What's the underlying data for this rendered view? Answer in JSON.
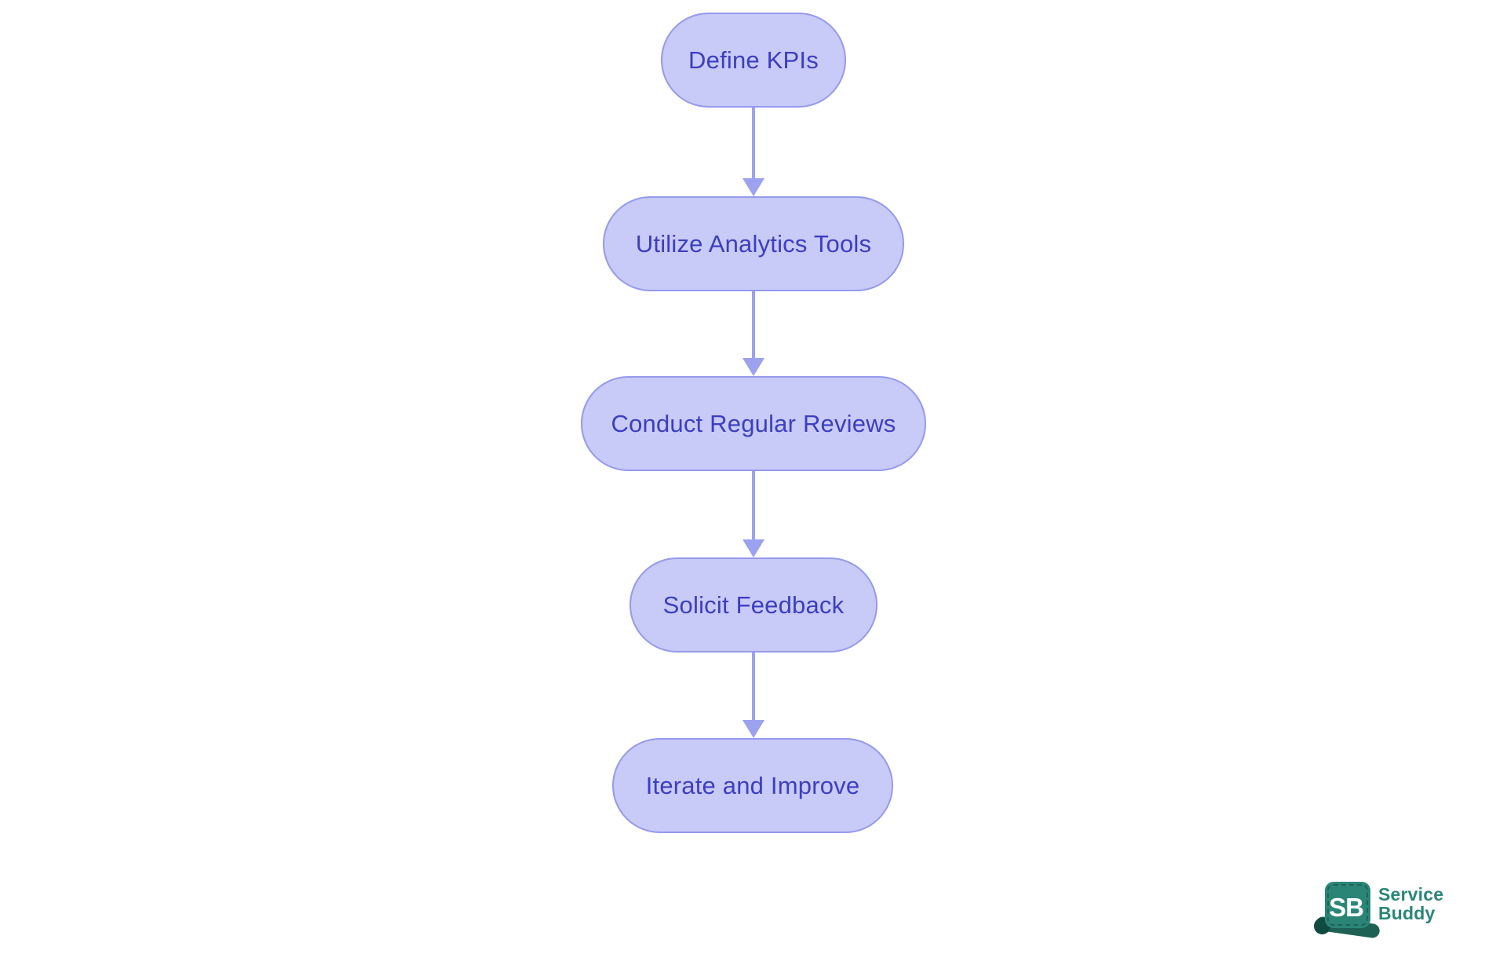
{
  "flowchart": {
    "type": "flow",
    "direction": "top-down",
    "nodes": [
      {
        "id": 1,
        "label": "Define KPIs"
      },
      {
        "id": 2,
        "label": "Utilize Analytics Tools"
      },
      {
        "id": 3,
        "label": "Conduct Regular Reviews"
      },
      {
        "id": 4,
        "label": "Solicit Feedback"
      },
      {
        "id": 5,
        "label": "Iterate and Improve"
      }
    ],
    "edges": [
      {
        "from": "Define KPIs",
        "to": "Utilize Analytics Tools"
      },
      {
        "from": "Utilize Analytics Tools",
        "to": "Conduct Regular Reviews"
      },
      {
        "from": "Conduct Regular Reviews",
        "to": "Solicit Feedback"
      },
      {
        "from": "Solicit Feedback",
        "to": "Iterate and Improve"
      }
    ],
    "colors": {
      "node_fill": "#c8caf7",
      "node_border": "#959aec",
      "node_text": "#3c3ec3",
      "arrow": "#9ca2ef",
      "background": "#ffffff"
    }
  },
  "logo": {
    "badge_text": "SB",
    "name_line1": "Service",
    "name_line2": "Buddy",
    "brand_color": "#2b8578"
  }
}
